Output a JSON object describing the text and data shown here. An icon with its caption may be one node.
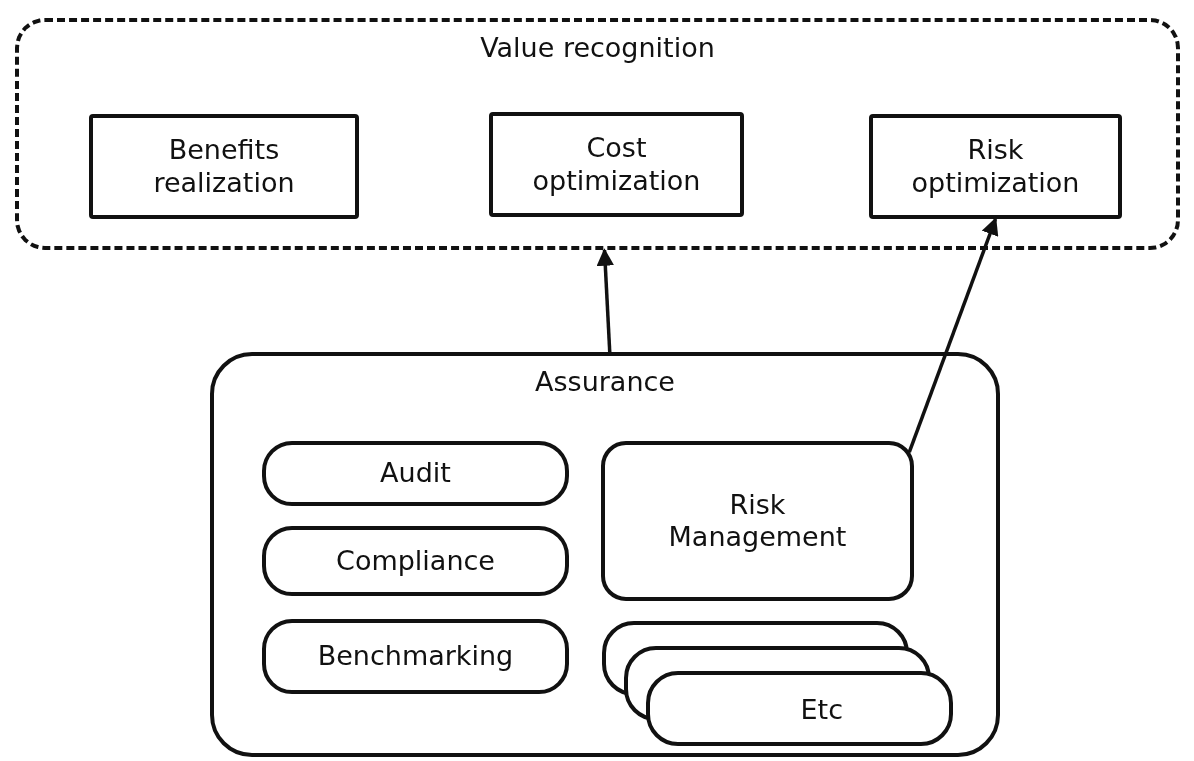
{
  "diagram": {
    "nodes": [
      {
        "text": [
          "Value recognition"
        ]
      },
      {
        "text": [
          "Benefits realization"
        ],
        "in": 0
      },
      {
        "text": [
          "Cost optimization"
        ],
        "in": 0
      },
      {
        "text": [
          "Risk optimization"
        ],
        "in": 0
      },
      {
        "text": [
          "Assurance"
        ]
      },
      {
        "text": [
          "Audit"
        ],
        "in": 4
      },
      {
        "text": [
          "Compliance"
        ],
        "in": 4
      },
      {
        "text": [
          "Benchmarking"
        ],
        "in": 4
      },
      {
        "text": [
          "Risk Management"
        ],
        "in": 4
      },
      {
        "text": [
          "Etc"
        ],
        "in": 4
      }
    ],
    "edges": [
      {
        "from": 4,
        "to": 0,
        "arrow": "to"
      },
      {
        "from": 8,
        "to": 3,
        "arrow": "to"
      }
    ]
  }
}
